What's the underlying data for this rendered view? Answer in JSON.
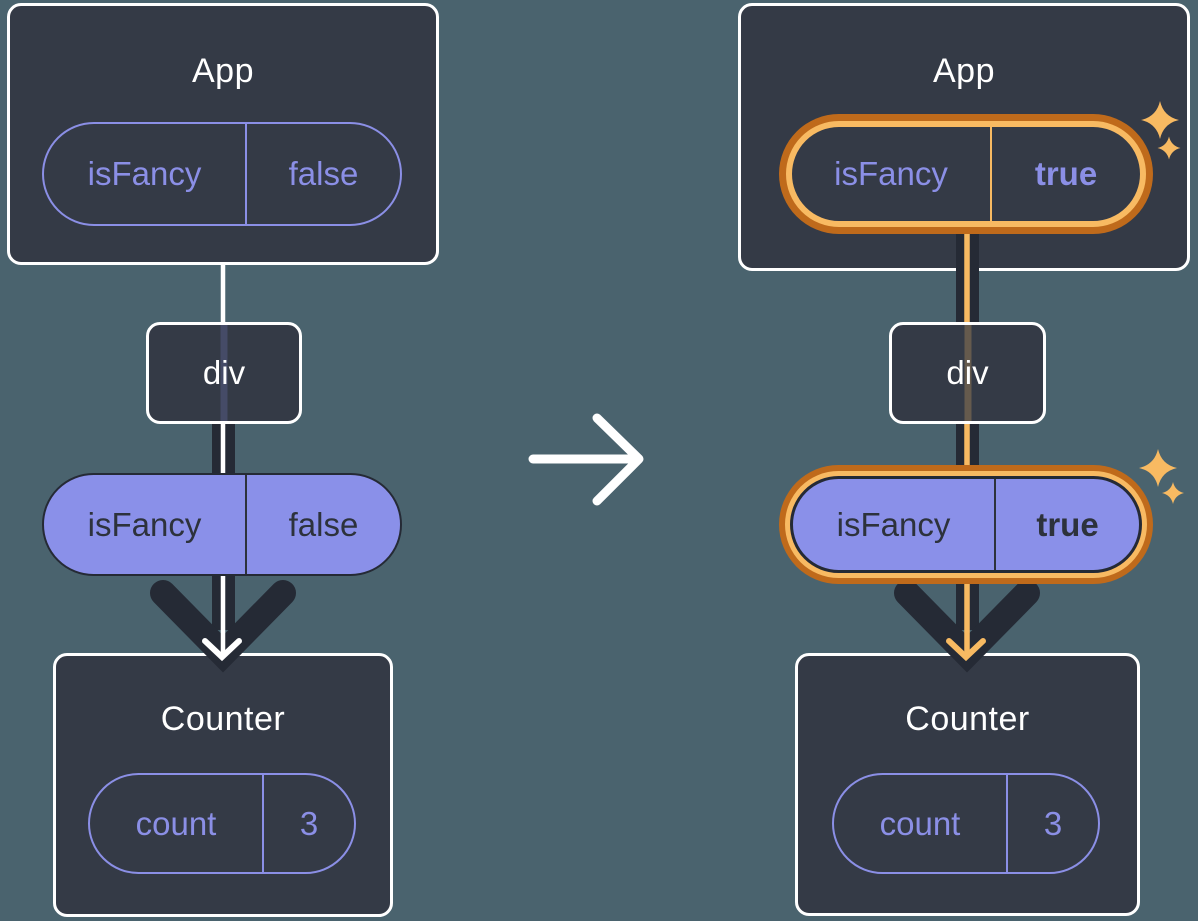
{
  "colors": {
    "background": "#4A636E",
    "card_bg": "#343A46",
    "card_border": "#FFFFFF",
    "purple": "#8B8FE6",
    "purple_fill": "#8A90E9",
    "dark_text": "#2D323C",
    "arrow_dark": "#252A35",
    "orange_light": "#F8BA62",
    "orange_dark": "#BF6A1B"
  },
  "before": {
    "app": {
      "title": "App",
      "state_name": "isFancy",
      "state_value": "false"
    },
    "div_label": "div",
    "prop_name": "isFancy",
    "prop_value": "false",
    "counter": {
      "title": "Counter",
      "state_name": "count",
      "state_value": "3"
    }
  },
  "after": {
    "app": {
      "title": "App",
      "state_name": "isFancy",
      "state_value": "true"
    },
    "div_label": "div",
    "prop_name": "isFancy",
    "prop_value": "true",
    "counter": {
      "title": "Counter",
      "state_name": "count",
      "state_value": "3"
    }
  }
}
